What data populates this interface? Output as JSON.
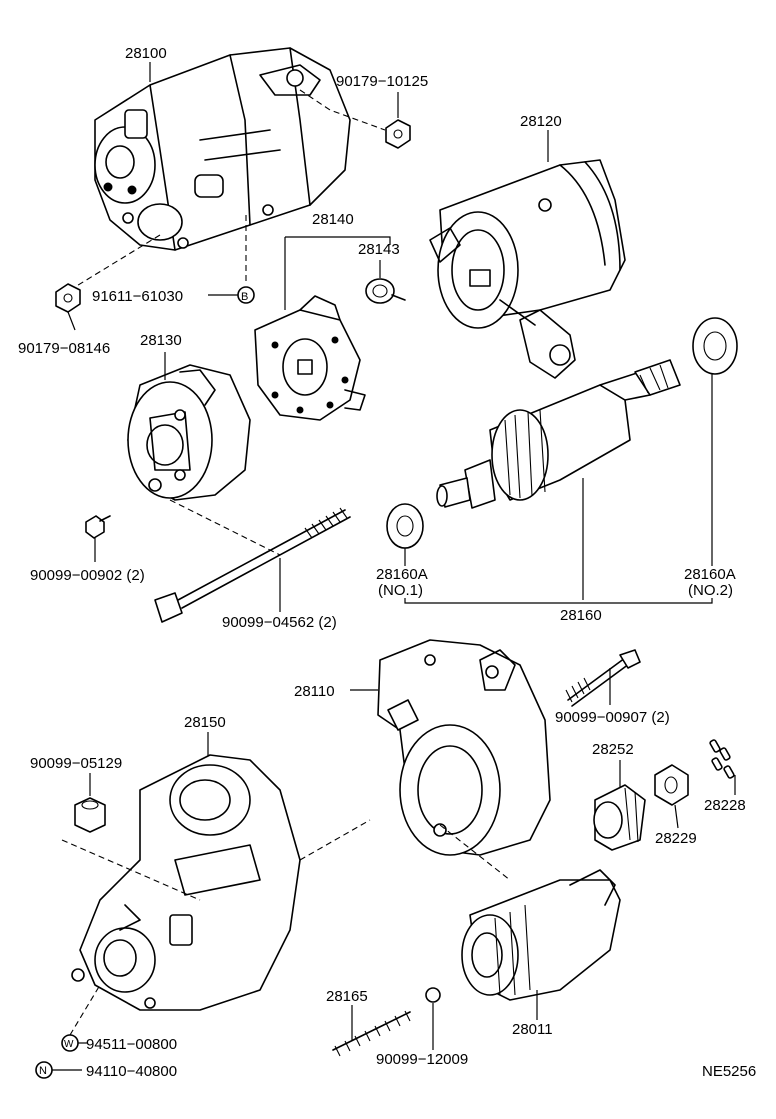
{
  "diagram_code": "NE5256",
  "callouts": {
    "c28100": "28100",
    "c90179_10125": "90179−10125",
    "c28120": "28120",
    "c28140": "28140",
    "c28143": "28143",
    "c91611_61030": "91611−61030",
    "c90179_08146": "90179−08146",
    "c28130": "28130",
    "c90099_00902": "90099−00902 (2)",
    "c90099_04562": "90099−04562 (2)",
    "c28160A_1": "28160A",
    "c28160A_1_sub": "(NO.1)",
    "c28160A_2": "28160A",
    "c28160A_2_sub": "(NO.2)",
    "c28160": "28160",
    "c28110": "28110",
    "c90099_00907": "90099−00907 (2)",
    "c28150": "28150",
    "c90099_05129": "90099−05129",
    "c28252": "28252",
    "c28228": "28228",
    "c28229": "28229",
    "c28165": "28165",
    "c28011": "28011",
    "c90099_12009": "90099−12009",
    "c94511_00800": "94511−00800",
    "c94110_40800": "94110−40800"
  },
  "symbols": {
    "b": "B",
    "w": "W",
    "n": "N"
  }
}
